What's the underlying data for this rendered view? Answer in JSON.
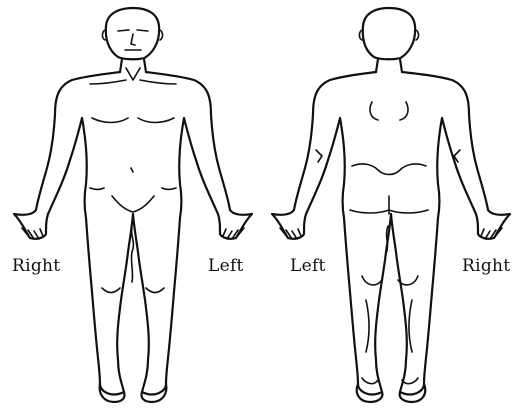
{
  "labels": {
    "front_right": "Right",
    "front_left": "Left",
    "back_left": "Left",
    "back_right": "Right"
  }
}
